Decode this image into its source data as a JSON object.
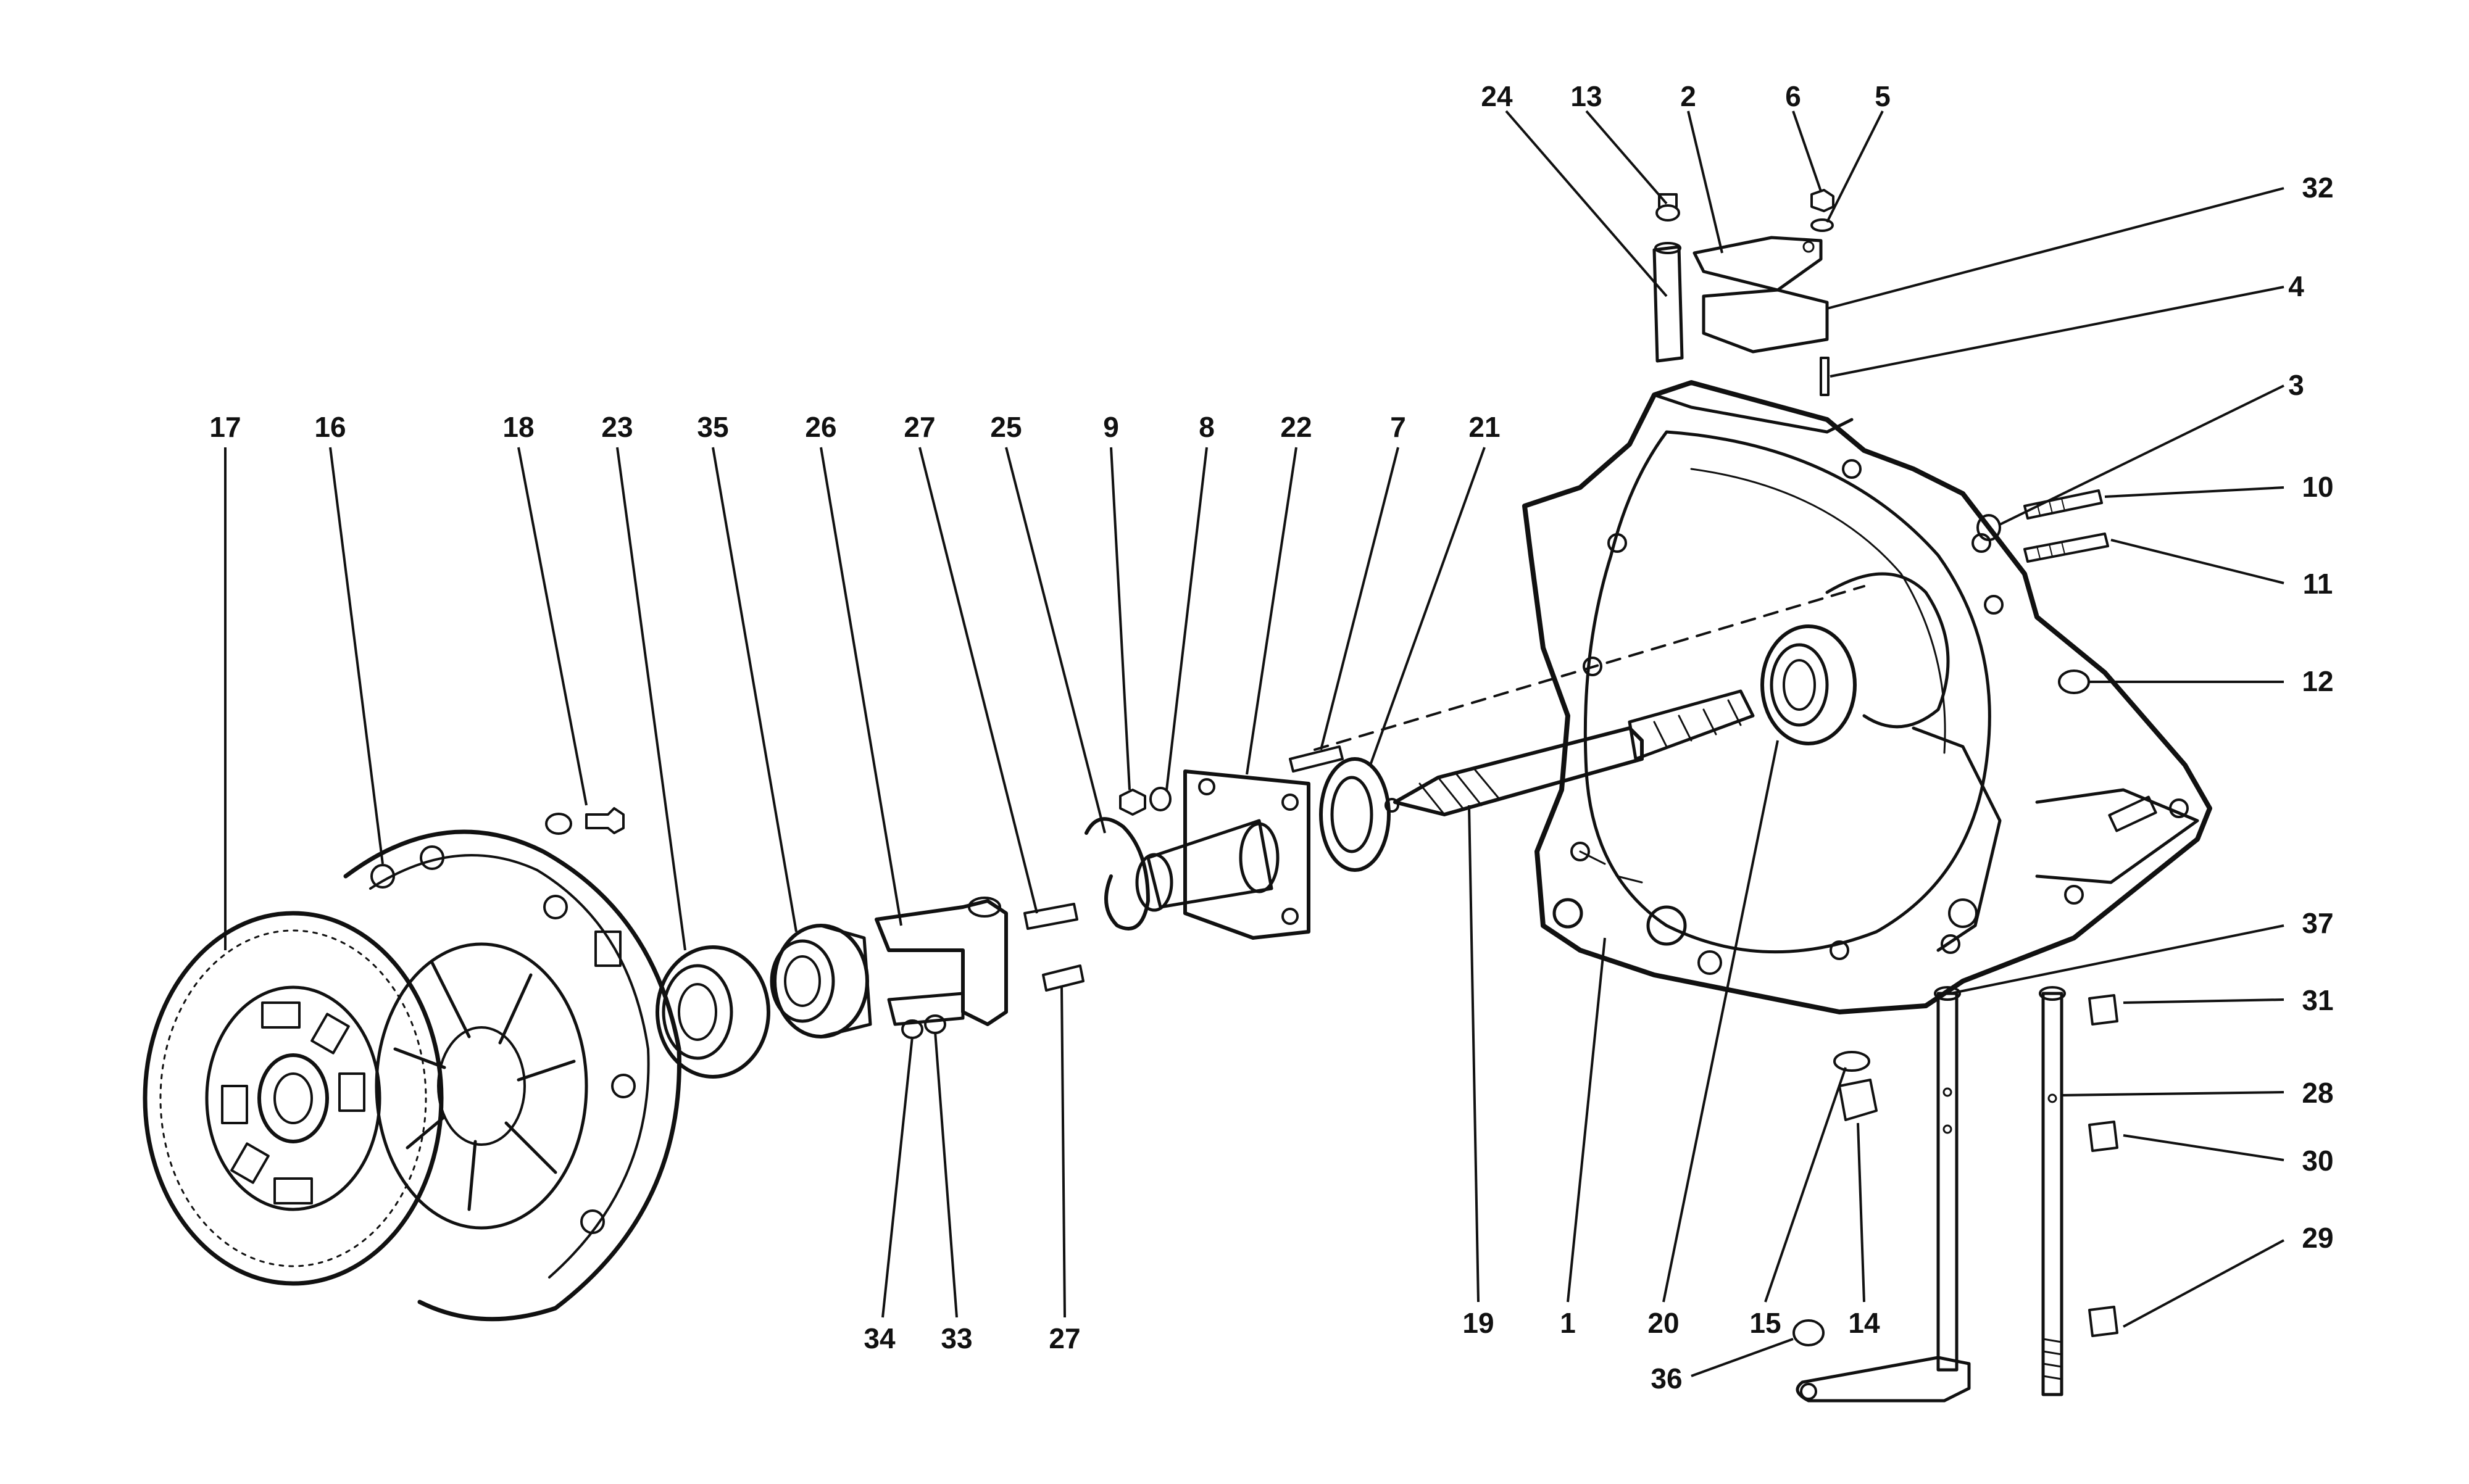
{
  "callouts": [
    {
      "id": "24",
      "text": "24",
      "leader_to": "pin-24"
    },
    {
      "id": "13",
      "text": "13",
      "leader_to": "cap-13"
    },
    {
      "id": "2",
      "text": "2",
      "leader_to": "bracket-2"
    },
    {
      "id": "6",
      "text": "6",
      "leader_to": "nut-6"
    },
    {
      "id": "5",
      "text": "5",
      "leader_to": "washer-5"
    },
    {
      "id": "32",
      "text": "32",
      "leader_to": "pad-32"
    },
    {
      "id": "4",
      "text": "4",
      "leader_to": "stud-4"
    },
    {
      "id": "3",
      "text": "3",
      "leader_to": "plug-3"
    },
    {
      "id": "10",
      "text": "10",
      "leader_to": "stud-10"
    },
    {
      "id": "11",
      "text": "11",
      "leader_to": "stud-11"
    },
    {
      "id": "12",
      "text": "12",
      "leader_to": "plug-12"
    },
    {
      "id": "17",
      "text": "17",
      "leader_to": "clutch-disc"
    },
    {
      "id": "16",
      "text": "16",
      "leader_to": "pressure-plate"
    },
    {
      "id": "18",
      "text": "18",
      "leader_to": "bolt-18"
    },
    {
      "id": "23",
      "text": "23",
      "leader_to": "bearing-23"
    },
    {
      "id": "35",
      "text": "35",
      "leader_to": "release-bearing-35"
    },
    {
      "id": "26",
      "text": "26",
      "leader_to": "fork-26"
    },
    {
      "id": "27",
      "text": "27",
      "leader_to": "pin-27"
    },
    {
      "id": "25",
      "text": "25",
      "leader_to": "spring-25"
    },
    {
      "id": "9",
      "text": "9",
      "leader_to": "nut-9"
    },
    {
      "id": "8",
      "text": "8",
      "leader_to": "washer-8"
    },
    {
      "id": "22",
      "text": "22",
      "leader_to": "guide-sleeve-22"
    },
    {
      "id": "7",
      "text": "7",
      "leader_to": "stud-7"
    },
    {
      "id": "21",
      "text": "21",
      "leader_to": "seal-21"
    },
    {
      "id": "37",
      "text": "37",
      "leader_to": "shaft-37"
    },
    {
      "id": "31",
      "text": "31",
      "leader_to": "bush-31"
    },
    {
      "id": "28",
      "text": "28",
      "leader_to": "shaft-28"
    },
    {
      "id": "30",
      "text": "30",
      "leader_to": "bush-30"
    },
    {
      "id": "29",
      "text": "29",
      "leader_to": "bush-29"
    },
    {
      "id": "34",
      "text": "34",
      "leader_to": "nut-34"
    },
    {
      "id": "33",
      "text": "33",
      "leader_to": "washer-33"
    },
    {
      "id": "27b",
      "text": "27",
      "leader_to": "pin-27b"
    },
    {
      "id": "19",
      "text": "19",
      "leader_to": "input-shaft-19"
    },
    {
      "id": "1",
      "text": "1",
      "leader_to": "bell-housing"
    },
    {
      "id": "20",
      "text": "20",
      "leader_to": "bearing-20"
    },
    {
      "id": "15",
      "text": "15",
      "leader_to": "washer-15"
    },
    {
      "id": "14",
      "text": "14",
      "leader_to": "plug-14"
    },
    {
      "id": "36",
      "text": "36",
      "leader_to": "nut-36"
    }
  ],
  "colors": {
    "ink": "#111111",
    "background": "#ffffff"
  }
}
